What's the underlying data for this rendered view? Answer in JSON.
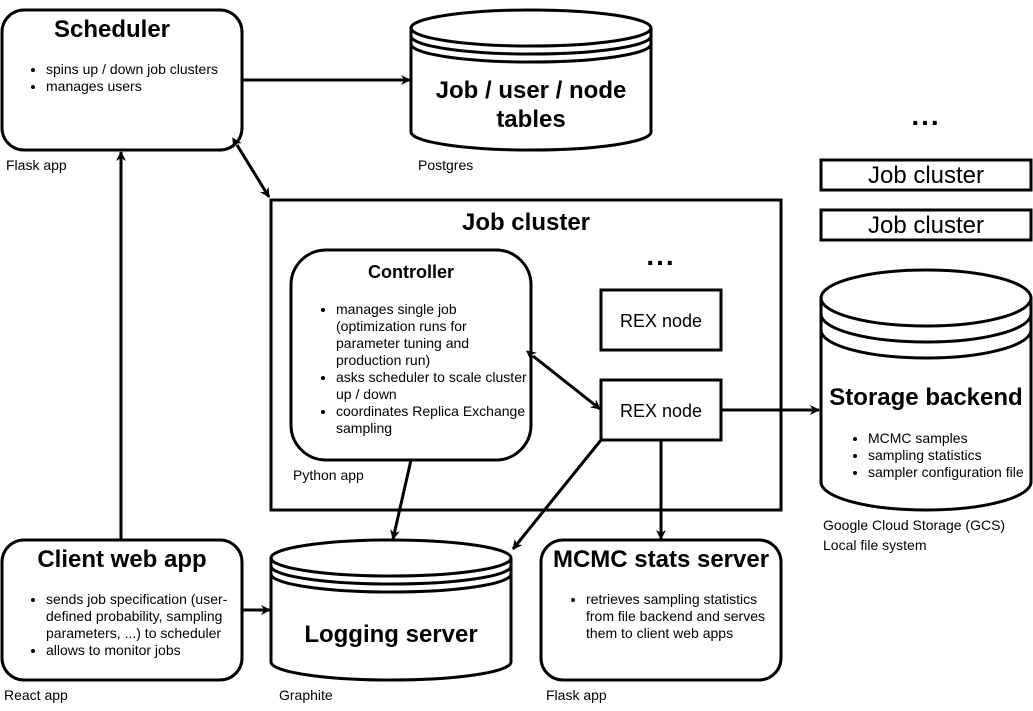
{
  "scheduler": {
    "title": "Scheduler",
    "bullets": [
      "spins up / down job clusters",
      "manages users"
    ],
    "tech": "Flask app"
  },
  "job_tables": {
    "title_line1": "Job / user / node",
    "title_line2": "tables",
    "tech": "Postgres"
  },
  "job_cluster": {
    "title": "Job cluster",
    "ellipsis": "...",
    "controller": {
      "title": "Controller",
      "bullets": [
        "manages single job (optimization runs for parameter tuning and production run)",
        "asks scheduler to scale cluster up / down",
        "coordinates Replica Exchange sampling"
      ],
      "tech": "Python app"
    },
    "rex_nodes": [
      "REX node",
      "REX node"
    ]
  },
  "other_clusters": {
    "ellipsis": "...",
    "items": [
      "Job cluster",
      "Job cluster"
    ]
  },
  "storage_backend": {
    "title": "Storage backend",
    "bullets": [
      "MCMC samples",
      "sampling statistics",
      "sampler configuration file"
    ],
    "tech_line1": "Google Cloud Storage (GCS)",
    "tech_line2": "Local file system"
  },
  "client_web_app": {
    "title": "Client web app",
    "bullets": [
      "sends job specification (user-defined probability, sampling parameters, ...) to scheduler",
      "allows to monitor jobs"
    ],
    "tech": "React app"
  },
  "logging_server": {
    "title": "Logging server",
    "tech": "Graphite"
  },
  "mcmc_stats_server": {
    "title": "MCMC stats server",
    "bullets": [
      "retrieves sampling statistics from file backend and serves them to client web apps"
    ],
    "tech": "Flask app"
  }
}
